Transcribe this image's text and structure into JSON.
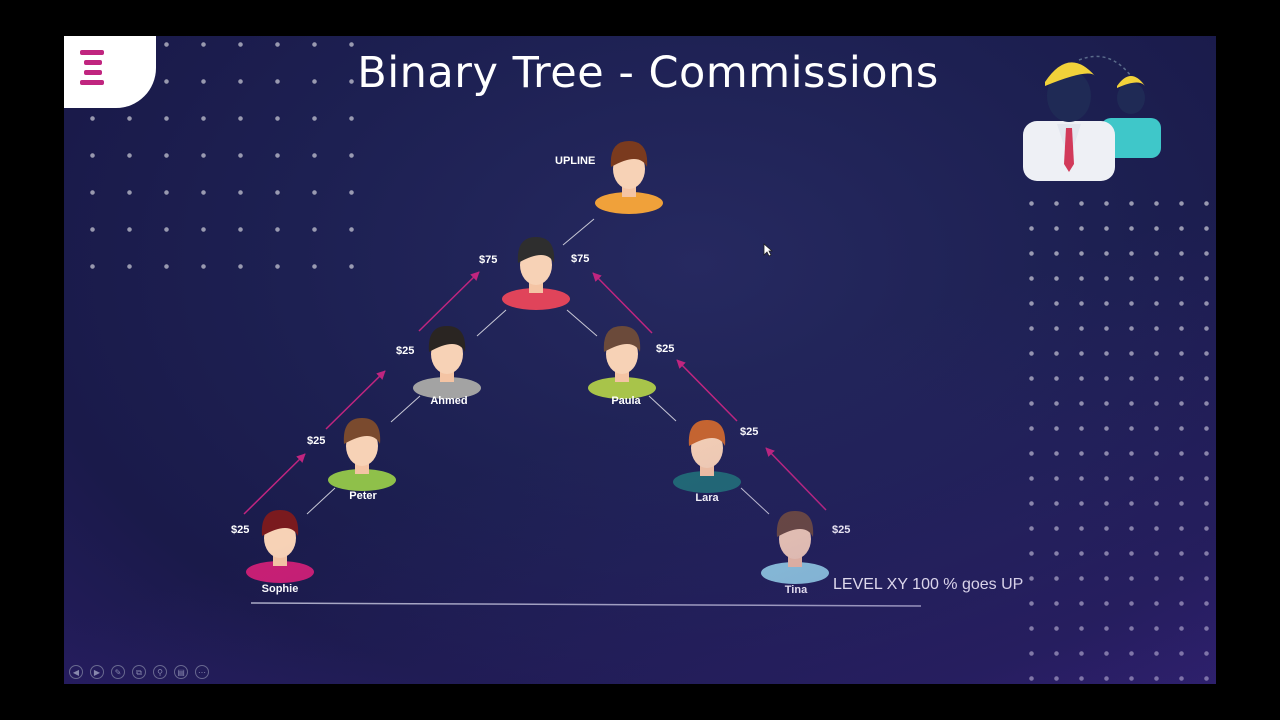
{
  "slide": {
    "title": "Binary Tree - Commissions",
    "level_note": "LEVEL XY  100 % goes UP",
    "colors": {
      "accent": "#c0257f",
      "line": "#c8c8d6",
      "background": "#1d2052"
    }
  },
  "tree": {
    "upline_label": "UPLINE",
    "nodes": [
      {
        "id": "upline",
        "name": ""
      },
      {
        "id": "center",
        "name": ""
      },
      {
        "id": "ahmed",
        "name": "Ahmed"
      },
      {
        "id": "paula",
        "name": "Paula"
      },
      {
        "id": "peter",
        "name": "Peter"
      },
      {
        "id": "lara",
        "name": "Lara"
      },
      {
        "id": "sophie",
        "name": "Sophie"
      },
      {
        "id": "tina",
        "name": "Tina"
      }
    ],
    "commissions": [
      "$75",
      "$75",
      "$25",
      "$25",
      "$25",
      "$25",
      "$25",
      "$25"
    ]
  },
  "icons": [
    "logo-icon",
    "managers-icon",
    "mouse-cursor-icon"
  ],
  "controls": [
    "prev-icon",
    "next-icon",
    "pen-icon",
    "copy-icon",
    "zoom-icon",
    "subtitle-icon",
    "more-icon"
  ]
}
